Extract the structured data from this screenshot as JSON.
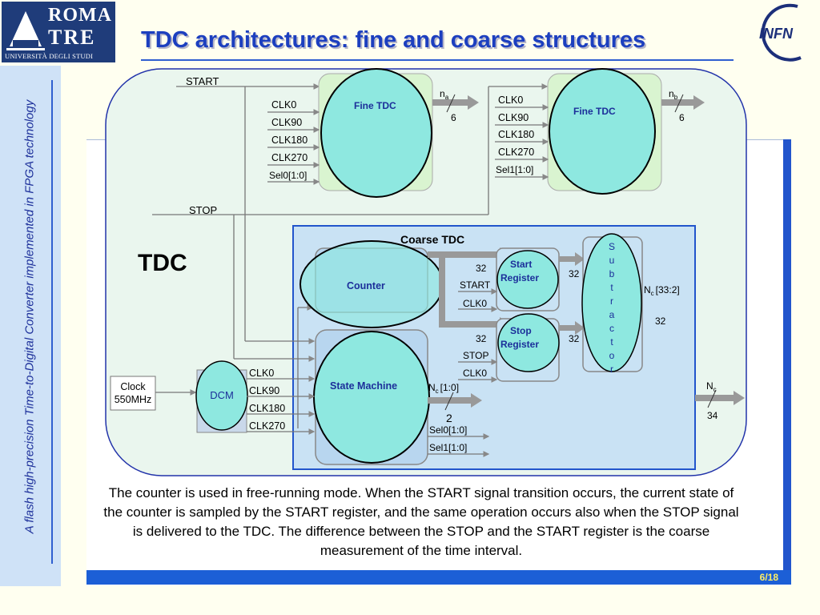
{
  "header": {
    "title": "TDC architectures: fine and coarse structures",
    "logo_left": {
      "line1": "ROMA",
      "line2": "TRE",
      "line3": "UNIVERSITÀ DEGLI STUDI"
    },
    "logo_right": {
      "text": "INFN"
    }
  },
  "sidebar": {
    "text": "A flash high-precision Time-to-Digital Converter implemented in FPGA technology"
  },
  "diagram": {
    "tdc_label": "TDC",
    "start_label": "START",
    "stop_label": "STOP",
    "fine_tdc_a": {
      "title": "Fine TDC",
      "inputs": [
        "CLK0",
        "CLK90",
        "CLK180",
        "CLK270",
        "Sel0[1:0]"
      ],
      "output_main": "n",
      "output_sub": "a",
      "output_width": "6"
    },
    "fine_tdc_b": {
      "title": "Fine TDC",
      "inputs": [
        "CLK0",
        "CLK90",
        "CLK180",
        "CLK270",
        "Sel1[1:0]"
      ],
      "output_main": "n",
      "output_sub": "b",
      "output_width": "6"
    },
    "coarse": {
      "title": "Coarse TDC",
      "counter": "Counter",
      "state_machine": "State Machine",
      "start_reg_line1": "Start",
      "start_reg_line2": "Register",
      "stop_reg_line1": "Stop",
      "stop_reg_line2": "Register",
      "subtractor_letters": [
        "S",
        "u",
        "b",
        "t",
        "r",
        "a",
        "c",
        "t",
        "o",
        "r"
      ],
      "bus_start": "32",
      "bus_stop": "32",
      "bus_start_out": "32",
      "bus_stop_out": "32",
      "start_in": "START",
      "clk_start": "CLK0",
      "stop_in": "STOP",
      "clk_stop": "CLK0",
      "nc_sub_main": "N",
      "nc_sub_sub": "c",
      "nc_sub_range": "[33:2]",
      "nc_sub_width": "32",
      "nc_sm_main": "N",
      "nc_sm_sub": "c",
      "nc_sm_range": "[1:0]",
      "nc_sm_width": "2",
      "sel0": "Sel0[1:0]",
      "sel1": "Sel1[1:0]"
    },
    "clock": {
      "line1": "Clock",
      "line2": "550MHz"
    },
    "dcm": {
      "label": "DCM",
      "outputs": [
        "CLK0",
        "CLK90",
        "CLK180",
        "CLK270"
      ]
    },
    "output": {
      "main": "N",
      "sub": "c",
      "width": "34"
    }
  },
  "caption": "The counter is used in free-running mode. When the START signal transition occurs, the current state of the counter is sampled by the START register, and the same operation occurs also when the STOP signal is delivered to the TDC. The difference between the STOP and the START register is the coarse measurement of the time interval.",
  "footer": {
    "page": "6/18"
  },
  "colors": {
    "title_blue": "#1c3fbf",
    "panel_blue": "#2255cc",
    "node_cyan": "#8ee8e0",
    "coarse_bg": "#c9e2f4",
    "tdc_bg": "#eaf6ee",
    "fine_box": "#d9f4d0"
  }
}
